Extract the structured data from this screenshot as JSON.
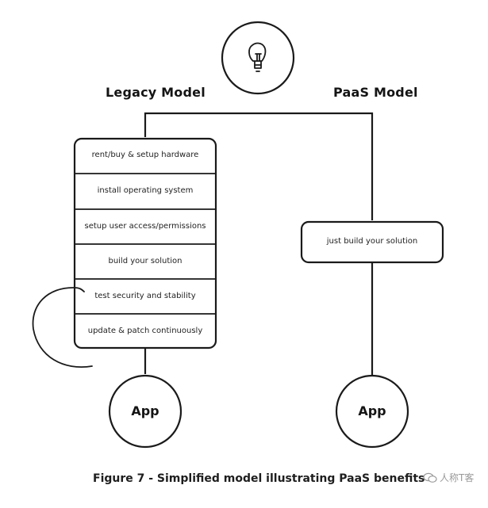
{
  "headings": {
    "legacy": "Legacy Model",
    "paas": "PaaS Model"
  },
  "icons": {
    "top": "lightbulb-icon",
    "watermark": "chat-bubbles-icon"
  },
  "legacy_steps": [
    "rent/buy & setup hardware",
    "install operating system",
    "setup user access/permissions",
    "build your solution",
    "test security and stability",
    "update & patch continuously"
  ],
  "paas_steps": [
    "just build your solution"
  ],
  "apps": {
    "legacy": "App",
    "paas": "App"
  },
  "caption": "Figure 7 - Simplified model illustrating PaaS benefits",
  "watermark": "人称T客",
  "colors": {
    "ink": "#1a1a1a",
    "background": "#ffffff"
  }
}
